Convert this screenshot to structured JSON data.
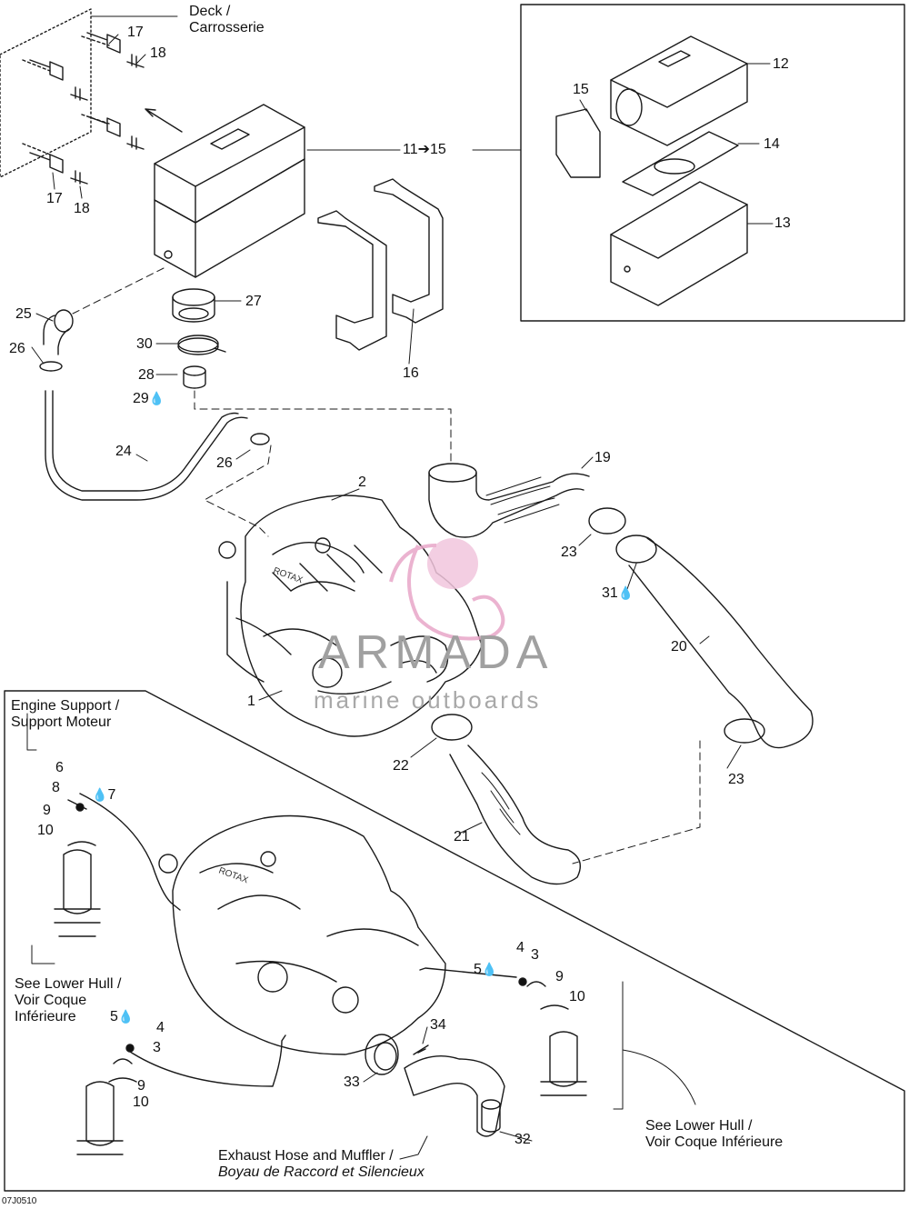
{
  "captions": {
    "deck": [
      "Deck /",
      "Carrosserie"
    ],
    "engine_support": [
      "Engine Support /",
      "Support Moteur"
    ],
    "see_lower_hull_left": [
      "See Lower Hull /",
      "Voir Coque",
      "Inférieure"
    ],
    "see_lower_hull_right": [
      "See Lower Hull /",
      "Voir Coque Inférieure"
    ],
    "exhaust": [
      "Exhaust Hose and Muffler /",
      "Boyau de Raccord et Silencieux"
    ],
    "range": "11➔15",
    "figure_code": "07J0510"
  },
  "callouts": [
    "1",
    "2",
    "3",
    "3",
    "4",
    "4",
    "5",
    "5",
    "6",
    "7",
    "8",
    "9",
    "9",
    "9",
    "10",
    "10",
    "10",
    "12",
    "13",
    "14",
    "15",
    "16",
    "17",
    "17",
    "18",
    "18",
    "19",
    "20",
    "21",
    "22",
    "23",
    "23",
    "24",
    "25",
    "26",
    "26",
    "27",
    "28",
    "29",
    "30",
    "31",
    "32",
    "33",
    "34"
  ],
  "watermark": {
    "brand": "ARMADA",
    "tagline": "marine outboards",
    "brand_color": "#e8a6c8"
  },
  "icons": [
    "drop-icon"
  ]
}
